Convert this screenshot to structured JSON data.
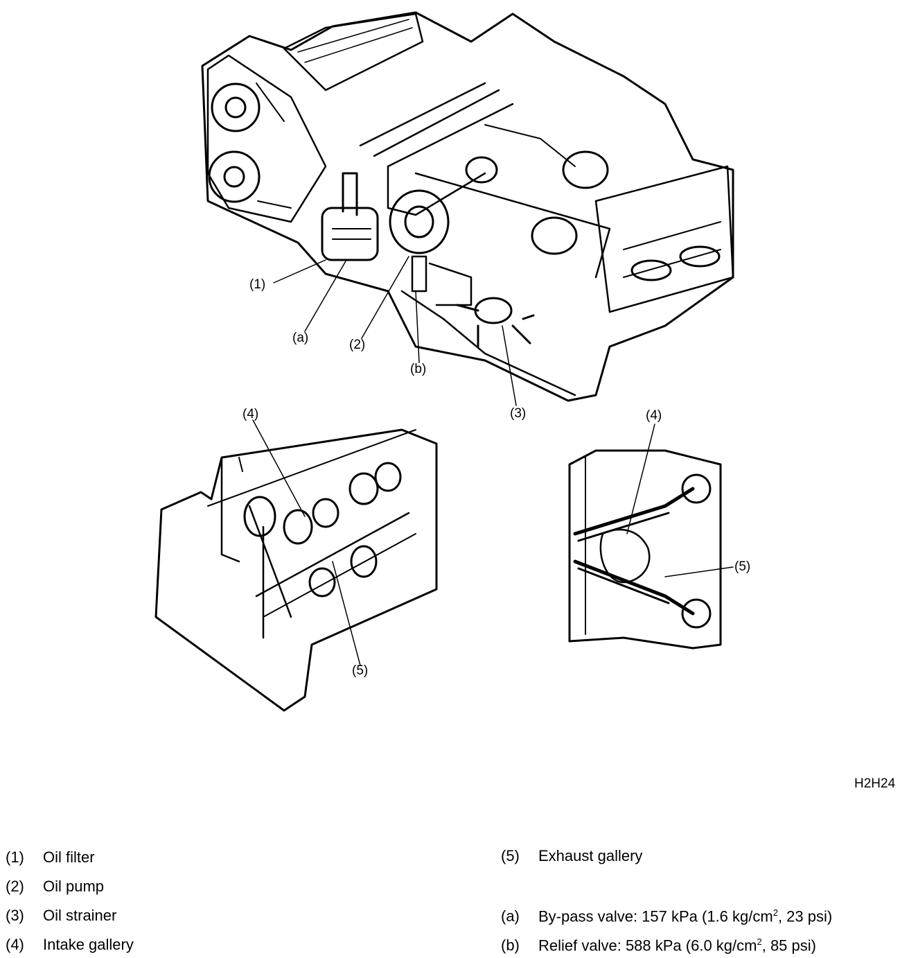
{
  "figure_code": "H2H24",
  "callouts": {
    "c1": "(1)",
    "ca": "(a)",
    "c2": "(2)",
    "cb": "(b)",
    "c3": "(3)",
    "c4_left": "(4)",
    "c5_left": "(5)",
    "c4_right": "(4)",
    "c5_right": "(5)"
  },
  "legend": {
    "left": [
      {
        "key": "(1)",
        "text": "Oil filter"
      },
      {
        "key": "(2)",
        "text": "Oil pump"
      },
      {
        "key": "(3)",
        "text": "Oil strainer"
      },
      {
        "key": "(4)",
        "text": "Intake gallery"
      }
    ],
    "right": [
      {
        "key": "(5)",
        "text": "Exhaust gallery"
      },
      {
        "key": "(a)",
        "text_before": "By-pass valve: 157 kPa (1.6 kg/cm",
        "sup": "2",
        "text_after": ", 23 psi)"
      },
      {
        "key": "(b)",
        "text_before": "Relief valve: 588 kPa (6.0 kg/cm",
        "sup": "2",
        "text_after": ", 85 psi)"
      }
    ]
  }
}
